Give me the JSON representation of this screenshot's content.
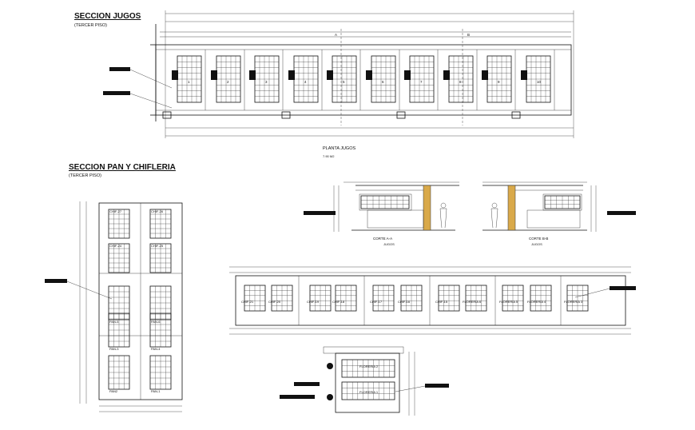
{
  "titles": {
    "jugos": "SECCION JUGOS",
    "jugos_sub": "(TERCER PISO)",
    "pan": "SECCION PAN Y CHIFLERIA",
    "pan_sub": "(TERCER PISO)"
  },
  "planta": {
    "title": "PLANTA JUGOS",
    "area": "7.90 M2",
    "sections": [
      "A",
      "B"
    ],
    "stall_numbers": [
      "1",
      "2",
      "3",
      "4",
      "5",
      "6",
      "7",
      "8",
      "9",
      "10"
    ]
  },
  "cortes": {
    "a": "CORTE A-A",
    "a_sub": "JUGOS",
    "b": "CORTE B-B",
    "b_sub": "JUGOS"
  },
  "pan_plan": {
    "labels": [
      "CHIF-27",
      "CHIF-26",
      "CHIF-24",
      "CHIF-25",
      "PAN-5",
      "PAN-6",
      "PAN-3",
      "PAN-4",
      "PAN2",
      "PAN-1"
    ]
  },
  "strip": {
    "labels": [
      "CHIF-21",
      "CHIF-20",
      "CHIF-19",
      "CHIF-18",
      "CHIF-17",
      "CHIF-16",
      "CHIF-15",
      "FLORERIA 6",
      "FLORERIA 5",
      "FLORERIA 4",
      "FLORERIA 3"
    ]
  },
  "flor": {
    "labels": [
      "FLORERIA 2",
      "FLORERIA 1"
    ]
  }
}
